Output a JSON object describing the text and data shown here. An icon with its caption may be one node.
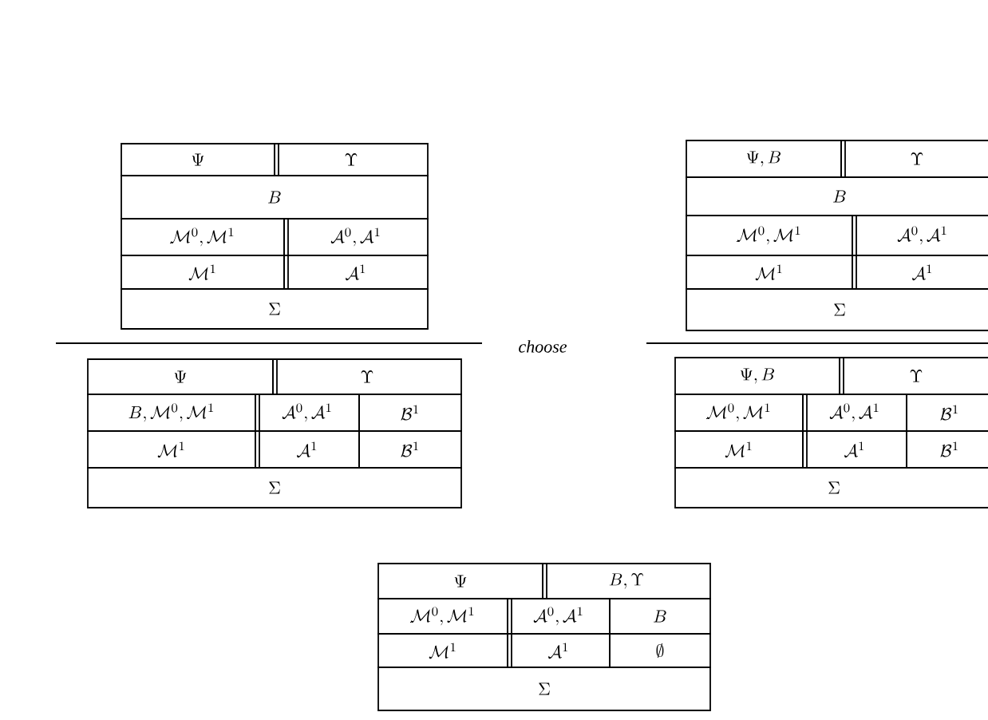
{
  "diagram": {
    "labels": [
      "\\Psi",
      "\\Upsilon",
      "B",
      "\\mathcal{M}^0,\\mathcal{M}^1",
      "\\mathcal{A}^0,\\mathcal{A}^1",
      "\\mathcal{M}^1",
      "\\mathcal{A}^1",
      "\\Sigma",
      "\\Psi,B",
      "\\Upsilon",
      "B",
      "\\mathcal{M}^0,\\mathcal{M}^1",
      "\\mathcal{A}^0,\\mathcal{A}^1",
      "\\mathcal{M}^1",
      "\\mathcal{A}^1",
      "\\Sigma",
      "choose",
      "\\Psi",
      "\\Upsilon",
      "B,\\mathcal{M}^0,\\mathcal{M}^1",
      "\\mathcal{A}^0,\\mathcal{A}^1",
      "\\mathcal{B}^1",
      "\\mathcal{M}^1",
      "\\mathcal{A}^1",
      "\\mathcal{B}^1",
      "\\Sigma",
      "\\Psi,B",
      "\\Upsilon",
      "\\mathcal{M}^0,\\mathcal{M}^1",
      "\\mathcal{A}^0,\\mathcal{A}^1",
      "\\mathcal{B}^1",
      "\\mathcal{M}^1",
      "\\mathcal{A}^1",
      "\\mathcal{B}^1",
      "\\Sigma",
      "\\Psi",
      "B,\\Upsilon",
      "\\mathcal{M}^0,\\mathcal{M}^1",
      "\\mathcal{A}^0,\\mathcal{A}^1",
      "B",
      "\\mathcal{M}^1",
      "\\mathcal{A}^1",
      "\\emptyset",
      "\\Sigma"
    ]
  }
}
